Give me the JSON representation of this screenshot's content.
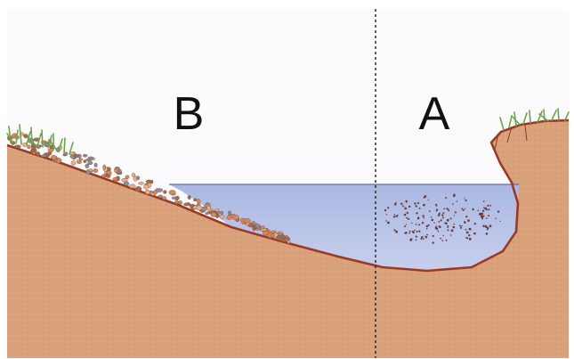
{
  "labels": {
    "left_region": "B",
    "right_region": "A"
  },
  "colors": {
    "sky": "#fbfbfd",
    "soil": "#d9a27a",
    "soil_dark": "#b86a44",
    "bank_line": "#9b3a24",
    "water": "#b8c4e6",
    "water_edge": "#5a6fa8",
    "grass": "#6aa646",
    "pebble_orange": "#d8875a",
    "pebble_gray": "#8a8f9a",
    "sediment": "#6b3d3a",
    "divider": "#222222"
  },
  "icons": [
    "grass-tuft-left",
    "grass-tuft-right",
    "pebble-deposit",
    "suspended-sediment"
  ]
}
